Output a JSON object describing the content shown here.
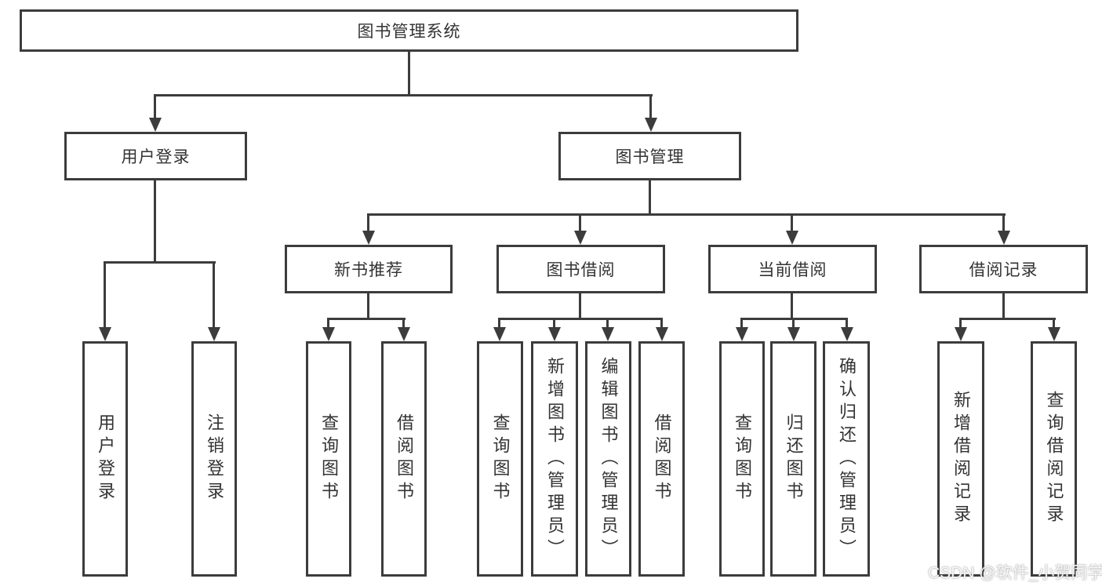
{
  "diagram": {
    "root": "图书管理系统",
    "level2": [
      "用户登录",
      "图书管理"
    ],
    "level3": [
      "新书推荐",
      "图书借阅",
      "当前借阅",
      "借阅记录"
    ],
    "leaves": {
      "user_login": [
        "用户登录",
        "注销登录"
      ],
      "new_book": [
        "查询图书",
        "借阅图书"
      ],
      "book_borrow": [
        "查询图书",
        "新增图书（管理员）",
        "编辑图书（管理员）",
        "借阅图书"
      ],
      "current_borrow": [
        "查询图书",
        "归还图书",
        "确认归还（管理员）"
      ],
      "borrow_records": [
        "新增借阅记录",
        "查询借阅记录"
      ]
    },
    "colors": {
      "line": "#3c3c3c",
      "text": "#333333",
      "background": "#ffffff"
    }
  },
  "watermark": {
    "text": "CSDN @软件_小贺同学"
  }
}
